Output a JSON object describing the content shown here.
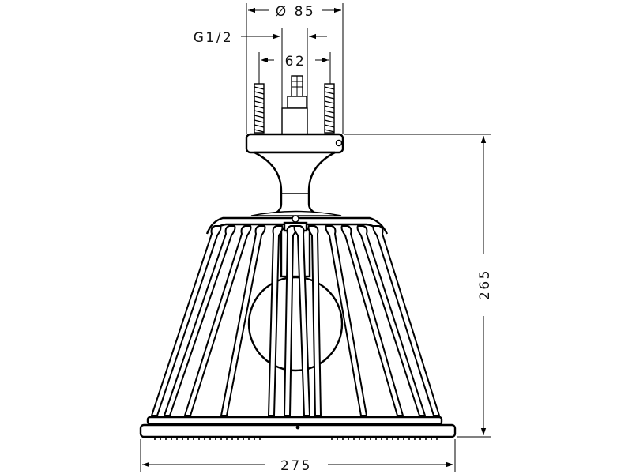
{
  "dimensions": {
    "outer_diameter": "Ø 85",
    "thread": "G1/2",
    "bolt_spacing": "62",
    "height": "265",
    "head_diameter": "275"
  },
  "colors": {
    "line": "#000000",
    "background": "#ffffff"
  }
}
